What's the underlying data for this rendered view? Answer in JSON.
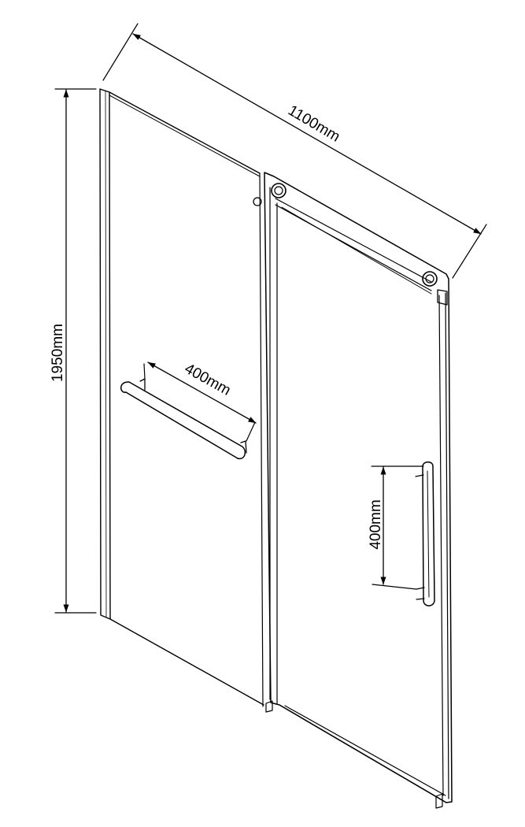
{
  "dimensions": {
    "width_label": "1100mm",
    "height_label": "1950mm",
    "towel_bar_label": "400mm",
    "door_handle_label": "400mm"
  },
  "colors": {
    "line": "#000000",
    "background": "#ffffff"
  }
}
